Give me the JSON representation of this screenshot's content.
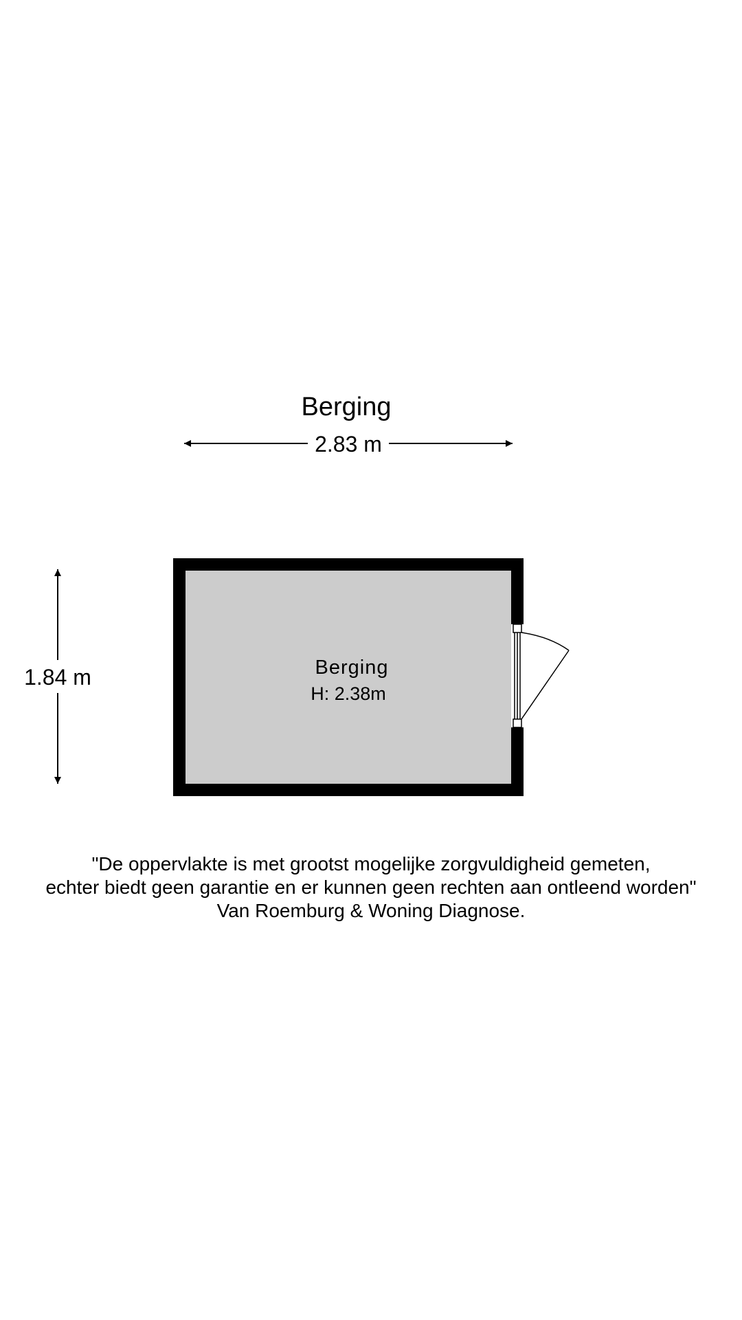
{
  "plan": {
    "title": "Berging",
    "width_label": "2.83 m",
    "height_label": "1.84 m",
    "room": {
      "name": "Berging",
      "height_label": "H: 2.38m"
    }
  },
  "disclaimer": {
    "line1": "\"De oppervlakte is met grootst mogelijke zorgvuldigheid gemeten,",
    "line2": "echter biedt geen garantie en er kunnen geen rechten aan ontleend worden\"",
    "line3": "Van Roemburg & Woning Diagnose."
  },
  "colors": {
    "wall": "#000000",
    "floor": "#cccccc",
    "background": "#ffffff"
  }
}
